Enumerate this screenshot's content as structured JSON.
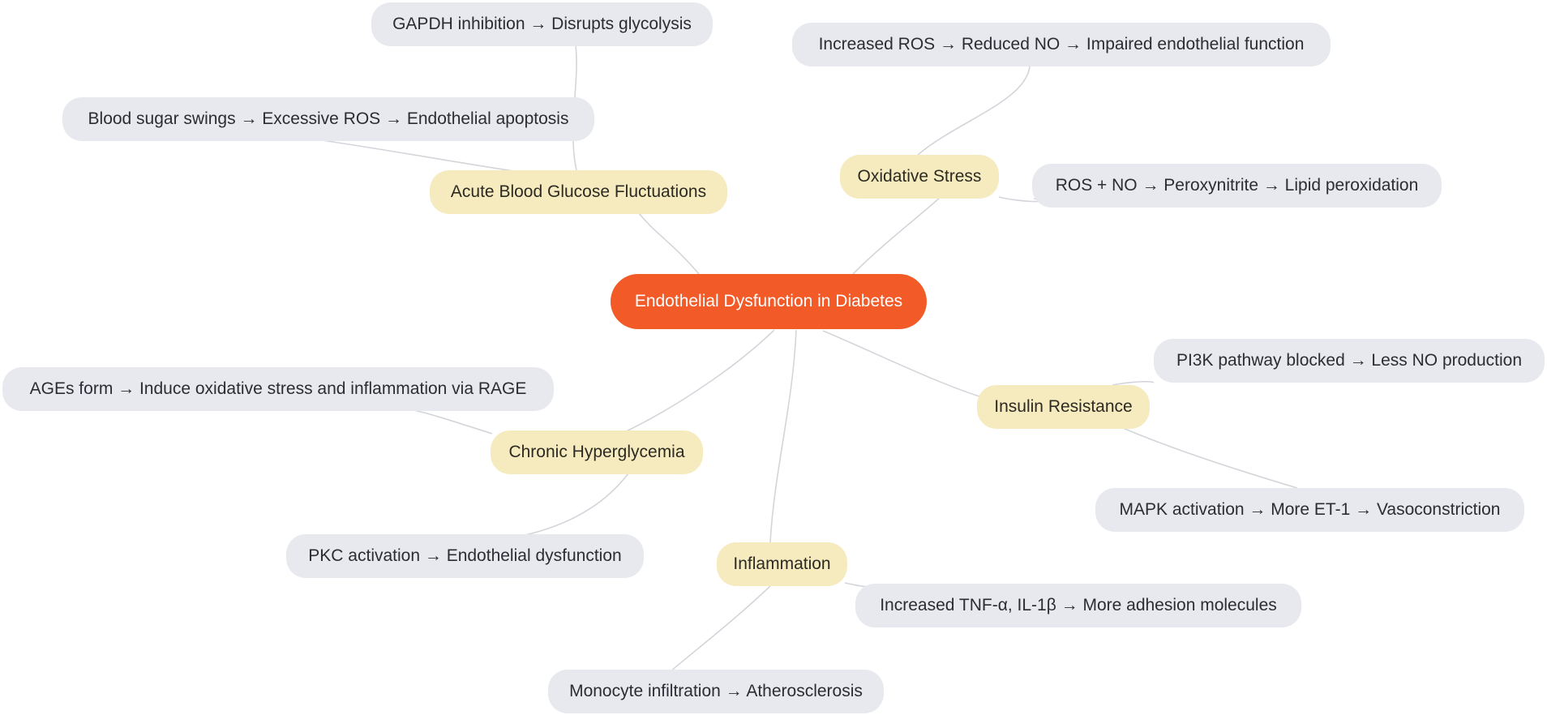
{
  "mindmap": {
    "root": "Endothelial Dysfunction in Diabetes",
    "branches": {
      "acute": {
        "label": "Acute Blood Glucose Fluctuations",
        "details": [
          "GAPDH inhibition → Disrupts glycolysis",
          "Blood sugar swings → Excessive ROS → Endothelial apoptosis"
        ]
      },
      "oxidative": {
        "label": "Oxidative Stress",
        "details": [
          "Increased ROS → Reduced NO → Impaired endothelial function",
          "ROS + NO → Peroxynitrite → Lipid peroxidation"
        ]
      },
      "insulin": {
        "label": "Insulin Resistance",
        "details": [
          "PI3K pathway blocked → Less NO production",
          "MAPK activation → More ET-1 → Vasoconstriction"
        ]
      },
      "chronic": {
        "label": "Chronic Hyperglycemia",
        "details": [
          "AGEs form → Induce oxidative stress and inflammation via RAGE",
          "PKC activation → Endothelial dysfunction"
        ]
      },
      "inflammation": {
        "label": "Inflammation",
        "details": [
          "Increased TNF-α, IL-1β → More adhesion molecules",
          "Monocyte infiltration → Atherosclerosis"
        ]
      }
    }
  },
  "colors": {
    "root": "#f25a28",
    "branch": "#f6ebbf",
    "leaf": "#e7e9ee",
    "link": "#d3d5da"
  }
}
